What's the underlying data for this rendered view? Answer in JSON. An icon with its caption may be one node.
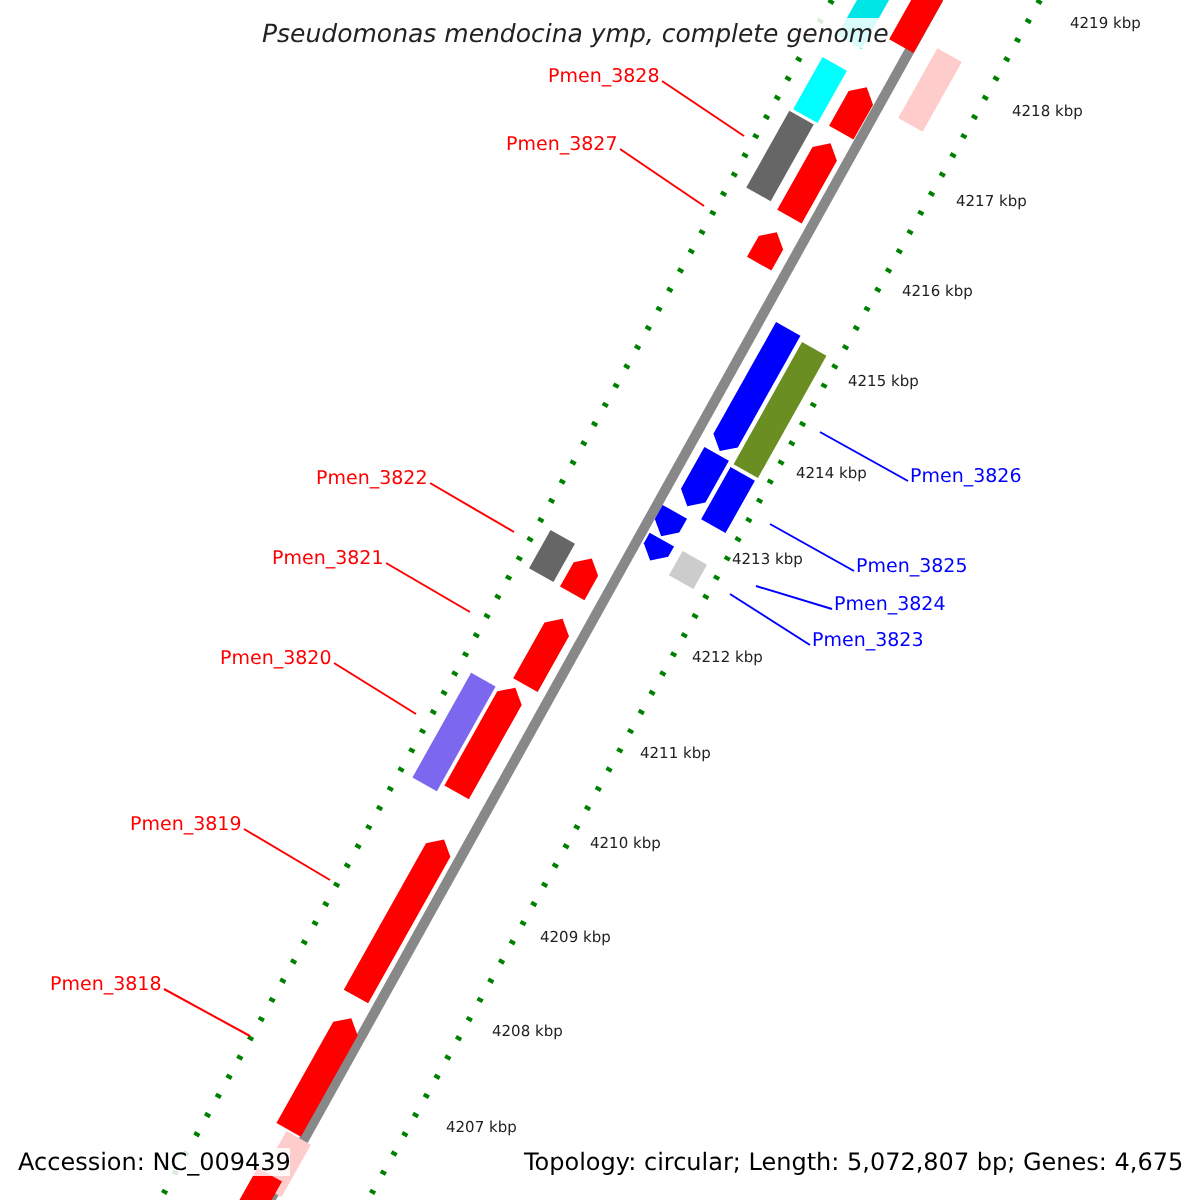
{
  "diagram": {
    "title": "Pseudomonas mendocina ymp, complete genome",
    "nodes": [
      {
        "text": [
          "Pmen_3828"
        ]
      },
      {
        "text": [
          "Pmen_3827"
        ]
      },
      {
        "text": [
          "Pmen_3822"
        ]
      },
      {
        "text": [
          "Pmen_3821"
        ]
      },
      {
        "text": [
          "Pmen_3820"
        ]
      },
      {
        "text": [
          "Pmen_3819"
        ]
      },
      {
        "text": [
          "Pmen_3818"
        ]
      },
      {
        "text": [
          "Pmen_3826"
        ]
      },
      {
        "text": [
          "Pmen_3825"
        ]
      },
      {
        "text": [
          "Pmen_3824"
        ]
      },
      {
        "text": [
          "Pmen_3823"
        ]
      }
    ],
    "edges": [
      {
        "from": 0,
        "to": null,
        "arrow": "none"
      },
      {
        "from": 1,
        "to": null,
        "arrow": "none"
      },
      {
        "from": 2,
        "to": null,
        "arrow": "none"
      },
      {
        "from": 3,
        "to": null,
        "arrow": "none"
      },
      {
        "from": 4,
        "to": null,
        "arrow": "none"
      },
      {
        "from": 5,
        "to": null,
        "arrow": "none"
      },
      {
        "from": 6,
        "to": null,
        "arrow": "none"
      },
      {
        "from": 7,
        "to": null,
        "arrow": "none",
        "color": "#0000ff"
      },
      {
        "from": 8,
        "to": null,
        "arrow": "none",
        "color": "#0000ff"
      },
      {
        "from": 9,
        "to": null,
        "arrow": "none",
        "color": "#0000ff"
      },
      {
        "from": 10,
        "to": null,
        "arrow": "none",
        "color": "#0000ff"
      }
    ],
    "labels": [
      "4219 kbp",
      "4218 kbp",
      "4217 kbp",
      "4216 kbp",
      "4215 kbp",
      "4214 kbp",
      "4213 kbp",
      "4212 kbp",
      "4211 kbp",
      "4210 kbp",
      "4209 kbp",
      "4208 kbp",
      "4207 kbp",
      "Accession: NC_009439",
      "Topology: circular; Length: 5,072,807 bp; Genes: 4,675"
    ]
  }
}
